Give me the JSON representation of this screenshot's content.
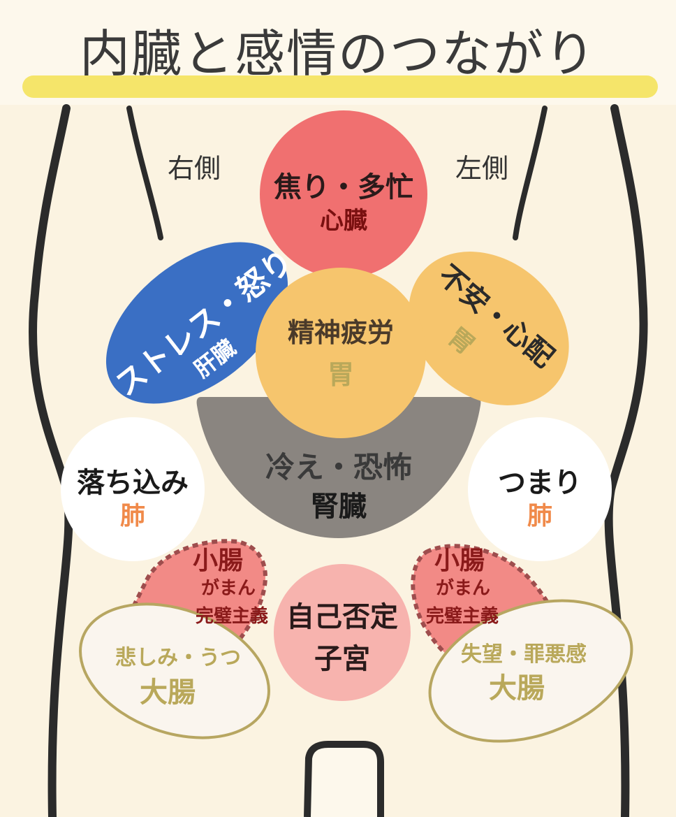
{
  "title": "内臓と感情のつながり",
  "sides": {
    "right": "右側",
    "left": "左側"
  },
  "organs": {
    "heart": {
      "emotion": "焦り・多忙",
      "organ": "心臓"
    },
    "liver": {
      "emotion": "ストレス・怒り",
      "organ": "肝臓"
    },
    "stomach_center": {
      "emotion": "精神疲労",
      "organ": "胃"
    },
    "stomach_left": {
      "emotion": "不安・心配",
      "organ": "胃"
    },
    "kidney": {
      "emotion": "冷え・恐怖",
      "organ": "腎臓"
    },
    "lung_right": {
      "emotion": "落ち込み",
      "organ": "肺"
    },
    "lung_left": {
      "emotion": "つまり",
      "organ": "肺"
    },
    "small_intestine_right": {
      "organ": "小腸",
      "emotion1": "がまん",
      "emotion2": "完璧主義"
    },
    "small_intestine_left": {
      "organ": "小腸",
      "emotion1": "がまん",
      "emotion2": "完璧主義"
    },
    "uterus": {
      "emotion": "自己否定",
      "organ": "子宮"
    },
    "large_intestine_right": {
      "emotion": "悲しみ・うつ",
      "organ": "大腸"
    },
    "large_intestine_left": {
      "emotion": "失望・罪悪感",
      "organ": "大腸"
    }
  },
  "colors": {
    "heart": "#f07070",
    "liver": "#3a6fc4",
    "stomach": "#f6c56d",
    "kidney": "#8a8580",
    "lung": "#ffffff",
    "small_intestine": "#f28a86",
    "uterus": "#f7b3ae",
    "large_intestine": "#faf5ee",
    "organ_text_orange": "#f08a4a",
    "organ_text_olive": "#b9a85a",
    "dark_red_text": "#8a1a1a"
  }
}
